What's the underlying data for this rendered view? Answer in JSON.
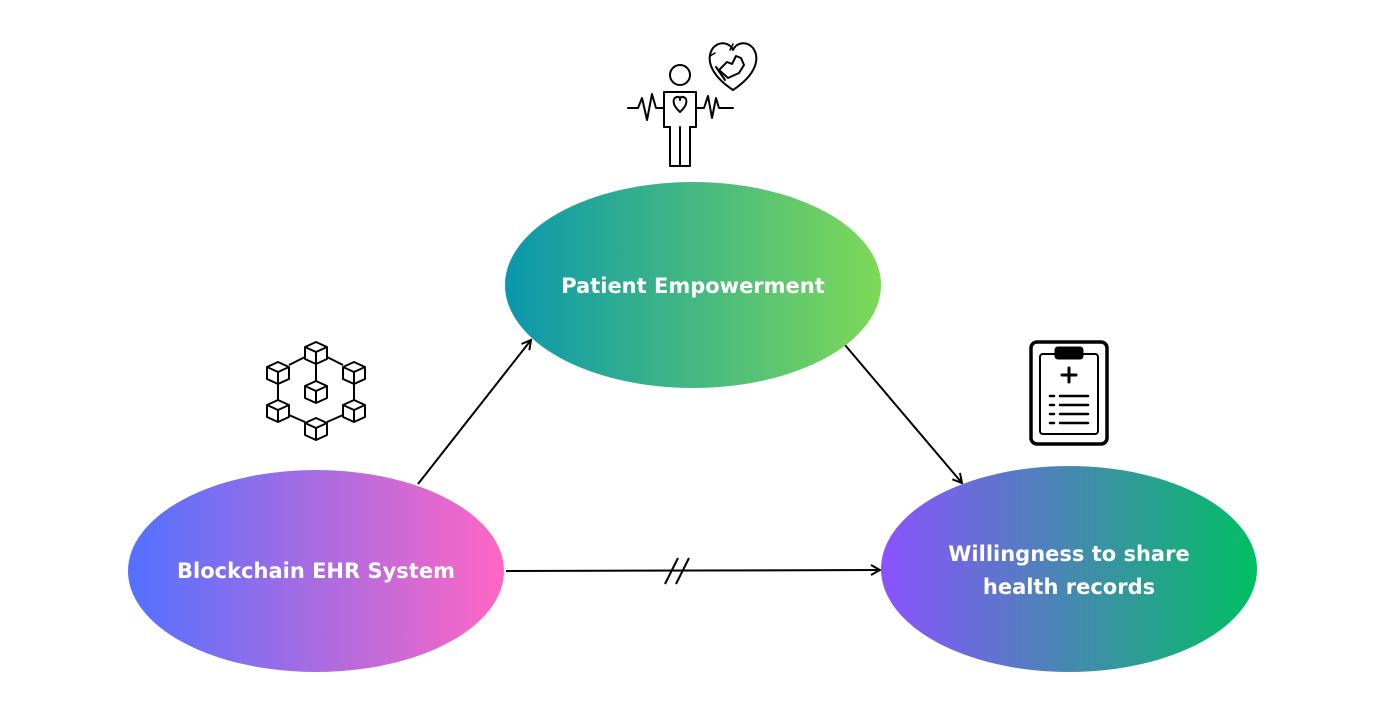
{
  "nodes": {
    "empowerment": {
      "label": "Patient Empowerment",
      "gradient": [
        "#0a97ad",
        "#7ed957"
      ]
    },
    "blockchain": {
      "label": "Blockchain EHR System",
      "gradient": [
        "#5271ff",
        "#ff66c4"
      ]
    },
    "willingness": {
      "label_line1": "Willingness to share",
      "label_line2": "health records",
      "gradient": [
        "#8c52ff",
        "#00bf63"
      ]
    }
  },
  "icons": {
    "empowerment": [
      "person-heartbeat-icon",
      "heart-thumbs-up-icon"
    ],
    "blockchain": "blockchain-cubes-icon",
    "willingness": "medical-clipboard-icon"
  },
  "edges": [
    {
      "from": "blockchain",
      "to": "empowerment"
    },
    {
      "from": "empowerment",
      "to": "willingness"
    },
    {
      "from": "blockchain",
      "to": "willingness",
      "marker": "//"
    }
  ]
}
